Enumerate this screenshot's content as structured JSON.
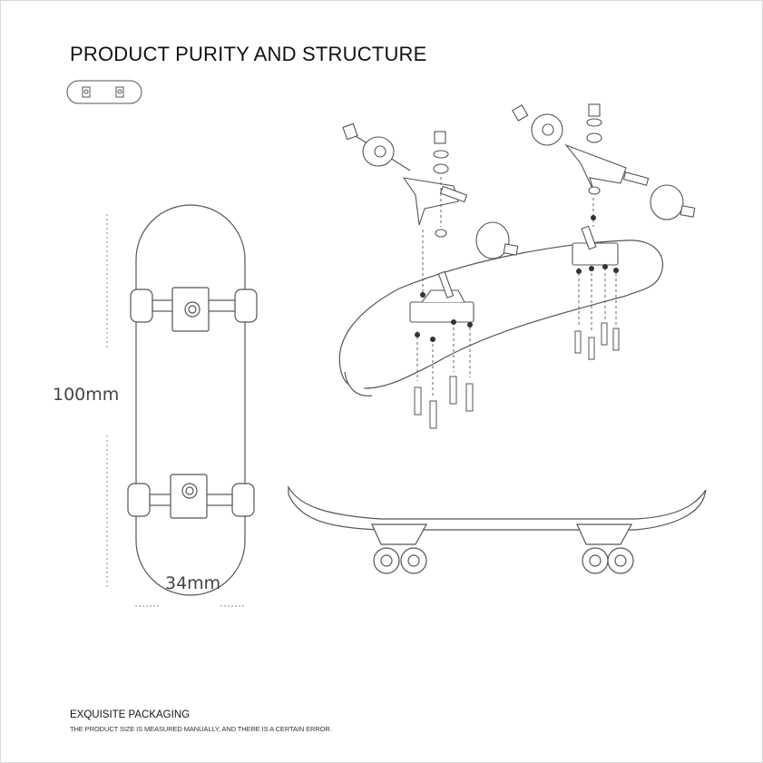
{
  "title": "PRODUCT PURITY AND STRUCTURE",
  "dimensions": {
    "height": "100mm",
    "width": "34mm"
  },
  "footer": {
    "heading": "EXQUISITE PACKAGING",
    "note": "THE PRODUCT SIZE IS MEASURED MANUALLY, AND THERE IS A CERTAIN ERROR."
  },
  "colors": {
    "line": "#555555",
    "text": "#111111",
    "dots": "#333333"
  }
}
